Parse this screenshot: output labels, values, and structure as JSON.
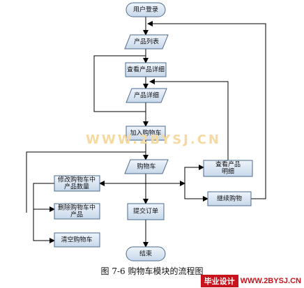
{
  "flowchart": {
    "nodes": {
      "login": "用户登录",
      "product_list": "产品列表",
      "view_detail": "查看产品详细",
      "product_detail": "产品详细",
      "add_cart": "加入购物车",
      "cart": "购物车",
      "edit_qty_1": "修改购物车中",
      "edit_qty_2": "产品数量",
      "delete_1": "删除购物车中",
      "delete_2": "产品",
      "clear_cart": "清空购物车",
      "submit_order": "提交订单",
      "end": "结束",
      "check_detail_1": "查看产品",
      "check_detail_2": "明细",
      "continue_shopping": "继续购物"
    },
    "watermark": "WWW.2BYSJ.CN",
    "caption": "图 7-6   购物车模块的流程图",
    "brand_logo": "毕业设计",
    "brand_site": "WWW.2BYSJ.CN"
  },
  "colors": {
    "node_fill": "#d6e4f2",
    "node_stroke": "#4b6a8c",
    "line": "#000000",
    "watermark": "#f6d9a0",
    "brand": "#c8121c"
  }
}
